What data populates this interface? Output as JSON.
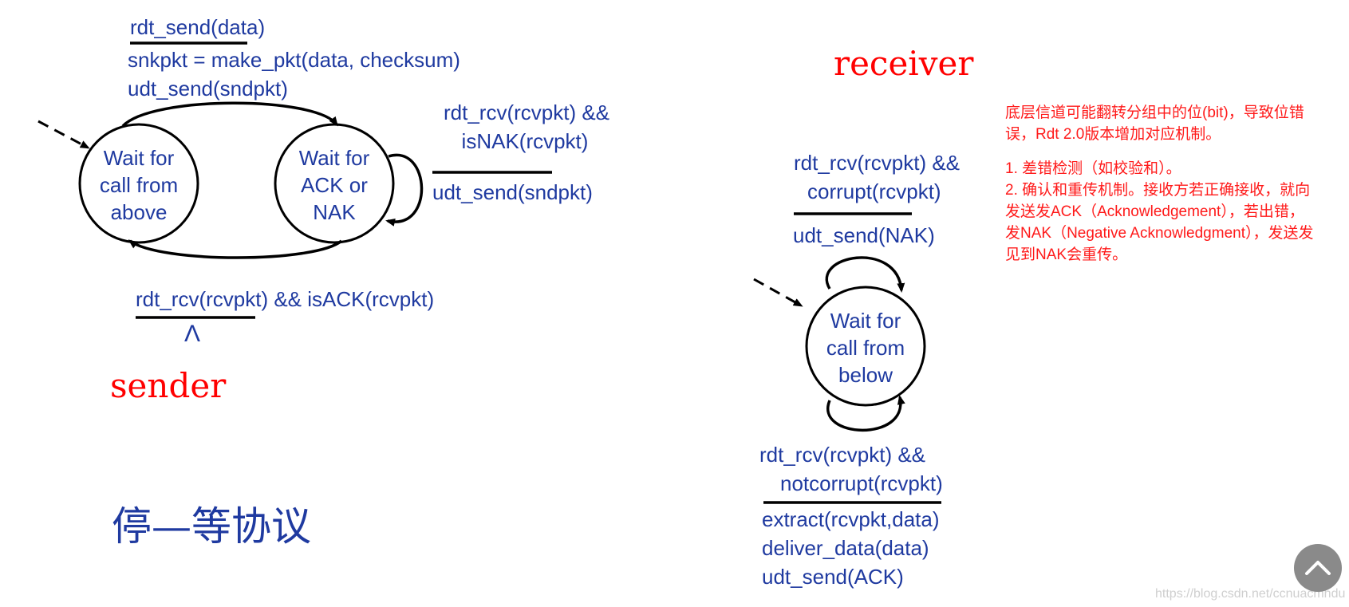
{
  "sender": {
    "title": "sender",
    "init_action_event": "rdt_send(data)",
    "init_action_line1": "snkpkt = make_pkt(data, checksum)",
    "init_action_line2": "udt_send(sndpkt)",
    "nak_event_line1": "rdt_rcv(rcvpkt) &&",
    "nak_event_line2": "isNAK(rcvpkt)",
    "nak_action": "udt_send(sndpkt)",
    "ack_event": "rdt_rcv(rcvpkt) && isACK(rcvpkt)",
    "ack_action": "Λ",
    "state_call": [
      "Wait for",
      "call from",
      "above"
    ],
    "state_ack": [
      "Wait for",
      "ACK or",
      "NAK"
    ]
  },
  "receiver": {
    "title": "receiver",
    "corrupt_event_line1": "rdt_rcv(rcvpkt) &&",
    "corrupt_event_line2": "corrupt(rcvpkt)",
    "corrupt_action": "udt_send(NAK)",
    "state_below": [
      "Wait for",
      "call from",
      "below"
    ],
    "ok_event_line1": "rdt_rcv(rcvpkt) &&",
    "ok_event_line2": "notcorrupt(rcvpkt)",
    "ok_action_line1": "extract(rcvpkt,data)",
    "ok_action_line2": "deliver_data(data)",
    "ok_action_line3": "udt_send(ACK)"
  },
  "note": {
    "para1": "底层信道可能翻转分组中的位(bit)，导致位错误，Rdt 2.0版本增加对应机制。",
    "item1": "1. 差错检测（如校验和）。",
    "item2": "2. 确认和重传机制。接收方若正确接收，就向发送发ACK（Acknowledgement），若出错，发NAK（Negative Acknowledgment），发送发见到NAK会重传。"
  },
  "protocol_title": "停—等协议",
  "watermark": "https://blog.csdn.net/ccnuacmhdu",
  "colors": {
    "diagram_text": "#1f3aa0",
    "highlight": "#ff0000",
    "scroll_button": "#8a8a8a"
  },
  "icons": {
    "scroll_top": "chevron-up-icon"
  }
}
